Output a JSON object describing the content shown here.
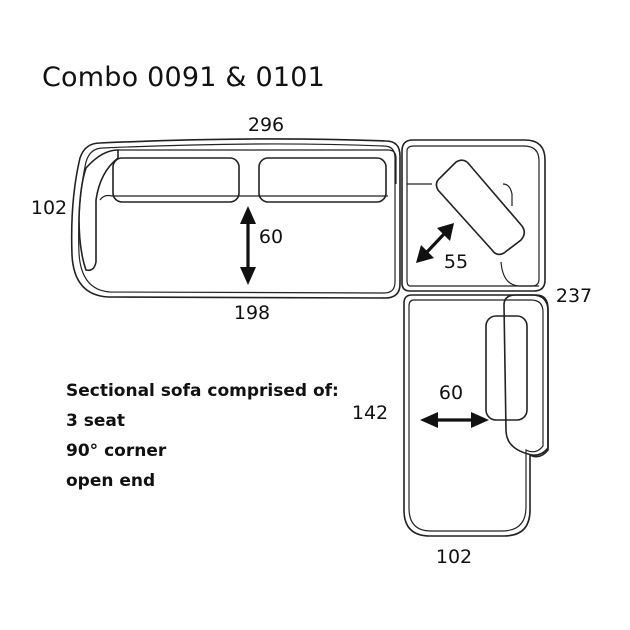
{
  "title": "Combo 0091 & 0101",
  "description": {
    "heading": "Sectional sofa comprised of:",
    "items": [
      "3 seat",
      "90° corner",
      "open end"
    ]
  },
  "dimensions": {
    "top_width": "296",
    "left_depth": "102",
    "seat_depth_left": "60",
    "seat_width_bottom": "198",
    "corner_seat": "55",
    "right_total": "237",
    "chaise_length": "142",
    "chaise_seat": "60",
    "chaise_width": "102"
  }
}
